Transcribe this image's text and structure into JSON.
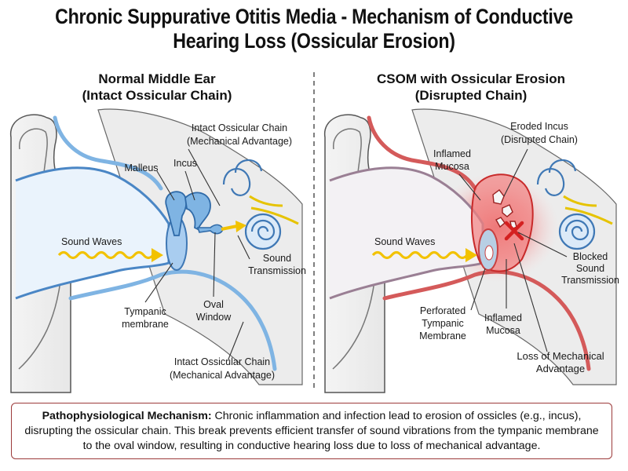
{
  "title": {
    "line1": "Chronic Suppurative Otitis Media - Mechanism of Conductive",
    "line2": "Hearing Loss (Ossicular Erosion)"
  },
  "left_panel": {
    "title_line1": "Normal Middle Ear",
    "title_line2": "(Intact Ossicular Chain)",
    "labels": {
      "chain_top_l1": "Intact Ossicular Chain",
      "chain_top_l2": "(Mechanical Advantage)",
      "malleus": "Malleus",
      "incus": "Incus",
      "sound_waves": "Sound Waves",
      "sound_transmission_l1": "Sound",
      "sound_transmission_l2": "Transmission",
      "tympanic_l1": "Tympanic",
      "tympanic_l2": "membrane",
      "oval_l1": "Oval",
      "oval_l2": "Window",
      "chain_bottom_l1": "Intact Ossicular Chain",
      "chain_bottom_l2": "(Mechanical Advantage)"
    }
  },
  "right_panel": {
    "title_line1": "CSOM with Ossicular Erosion",
    "title_line2": "(Disrupted Chain)",
    "labels": {
      "eroded_l1": "Eroded Incus",
      "eroded_l2": "(Disrupted Chain)",
      "inflamed_top_l1": "Inflamed",
      "inflamed_top_l2": "Mucosa",
      "sound_waves": "Sound Waves",
      "blocked_l1": "Blocked",
      "blocked_l2": "Sound",
      "blocked_l3": "Transmission",
      "perforated_l1": "Perforated",
      "perforated_l2": "Tympanic",
      "perforated_l3": "Membrane",
      "inflamed_bottom_l1": "Inflamed",
      "inflamed_bottom_l2": "Mucosa",
      "loss_l1": "Loss of Mechanical",
      "loss_l2": "Advantage"
    }
  },
  "caption": {
    "heading": "Pathophysiological Mechanism:",
    "text": " Chronic inflammation and infection lead to erosion of ossicles (e.g., incus), disrupting the ossicular chain. This break prevents efficient transfer of sound vibrations from the tympanic membrane to the oval window, resulting in conductive hearing loss due to loss of mechanical advantage."
  },
  "colors": {
    "normal_blue": "#7fb4e3",
    "inflamed_red": "#e23b3b",
    "sound_yellow": "#f2c200",
    "caption_border": "#9c3a3a"
  }
}
